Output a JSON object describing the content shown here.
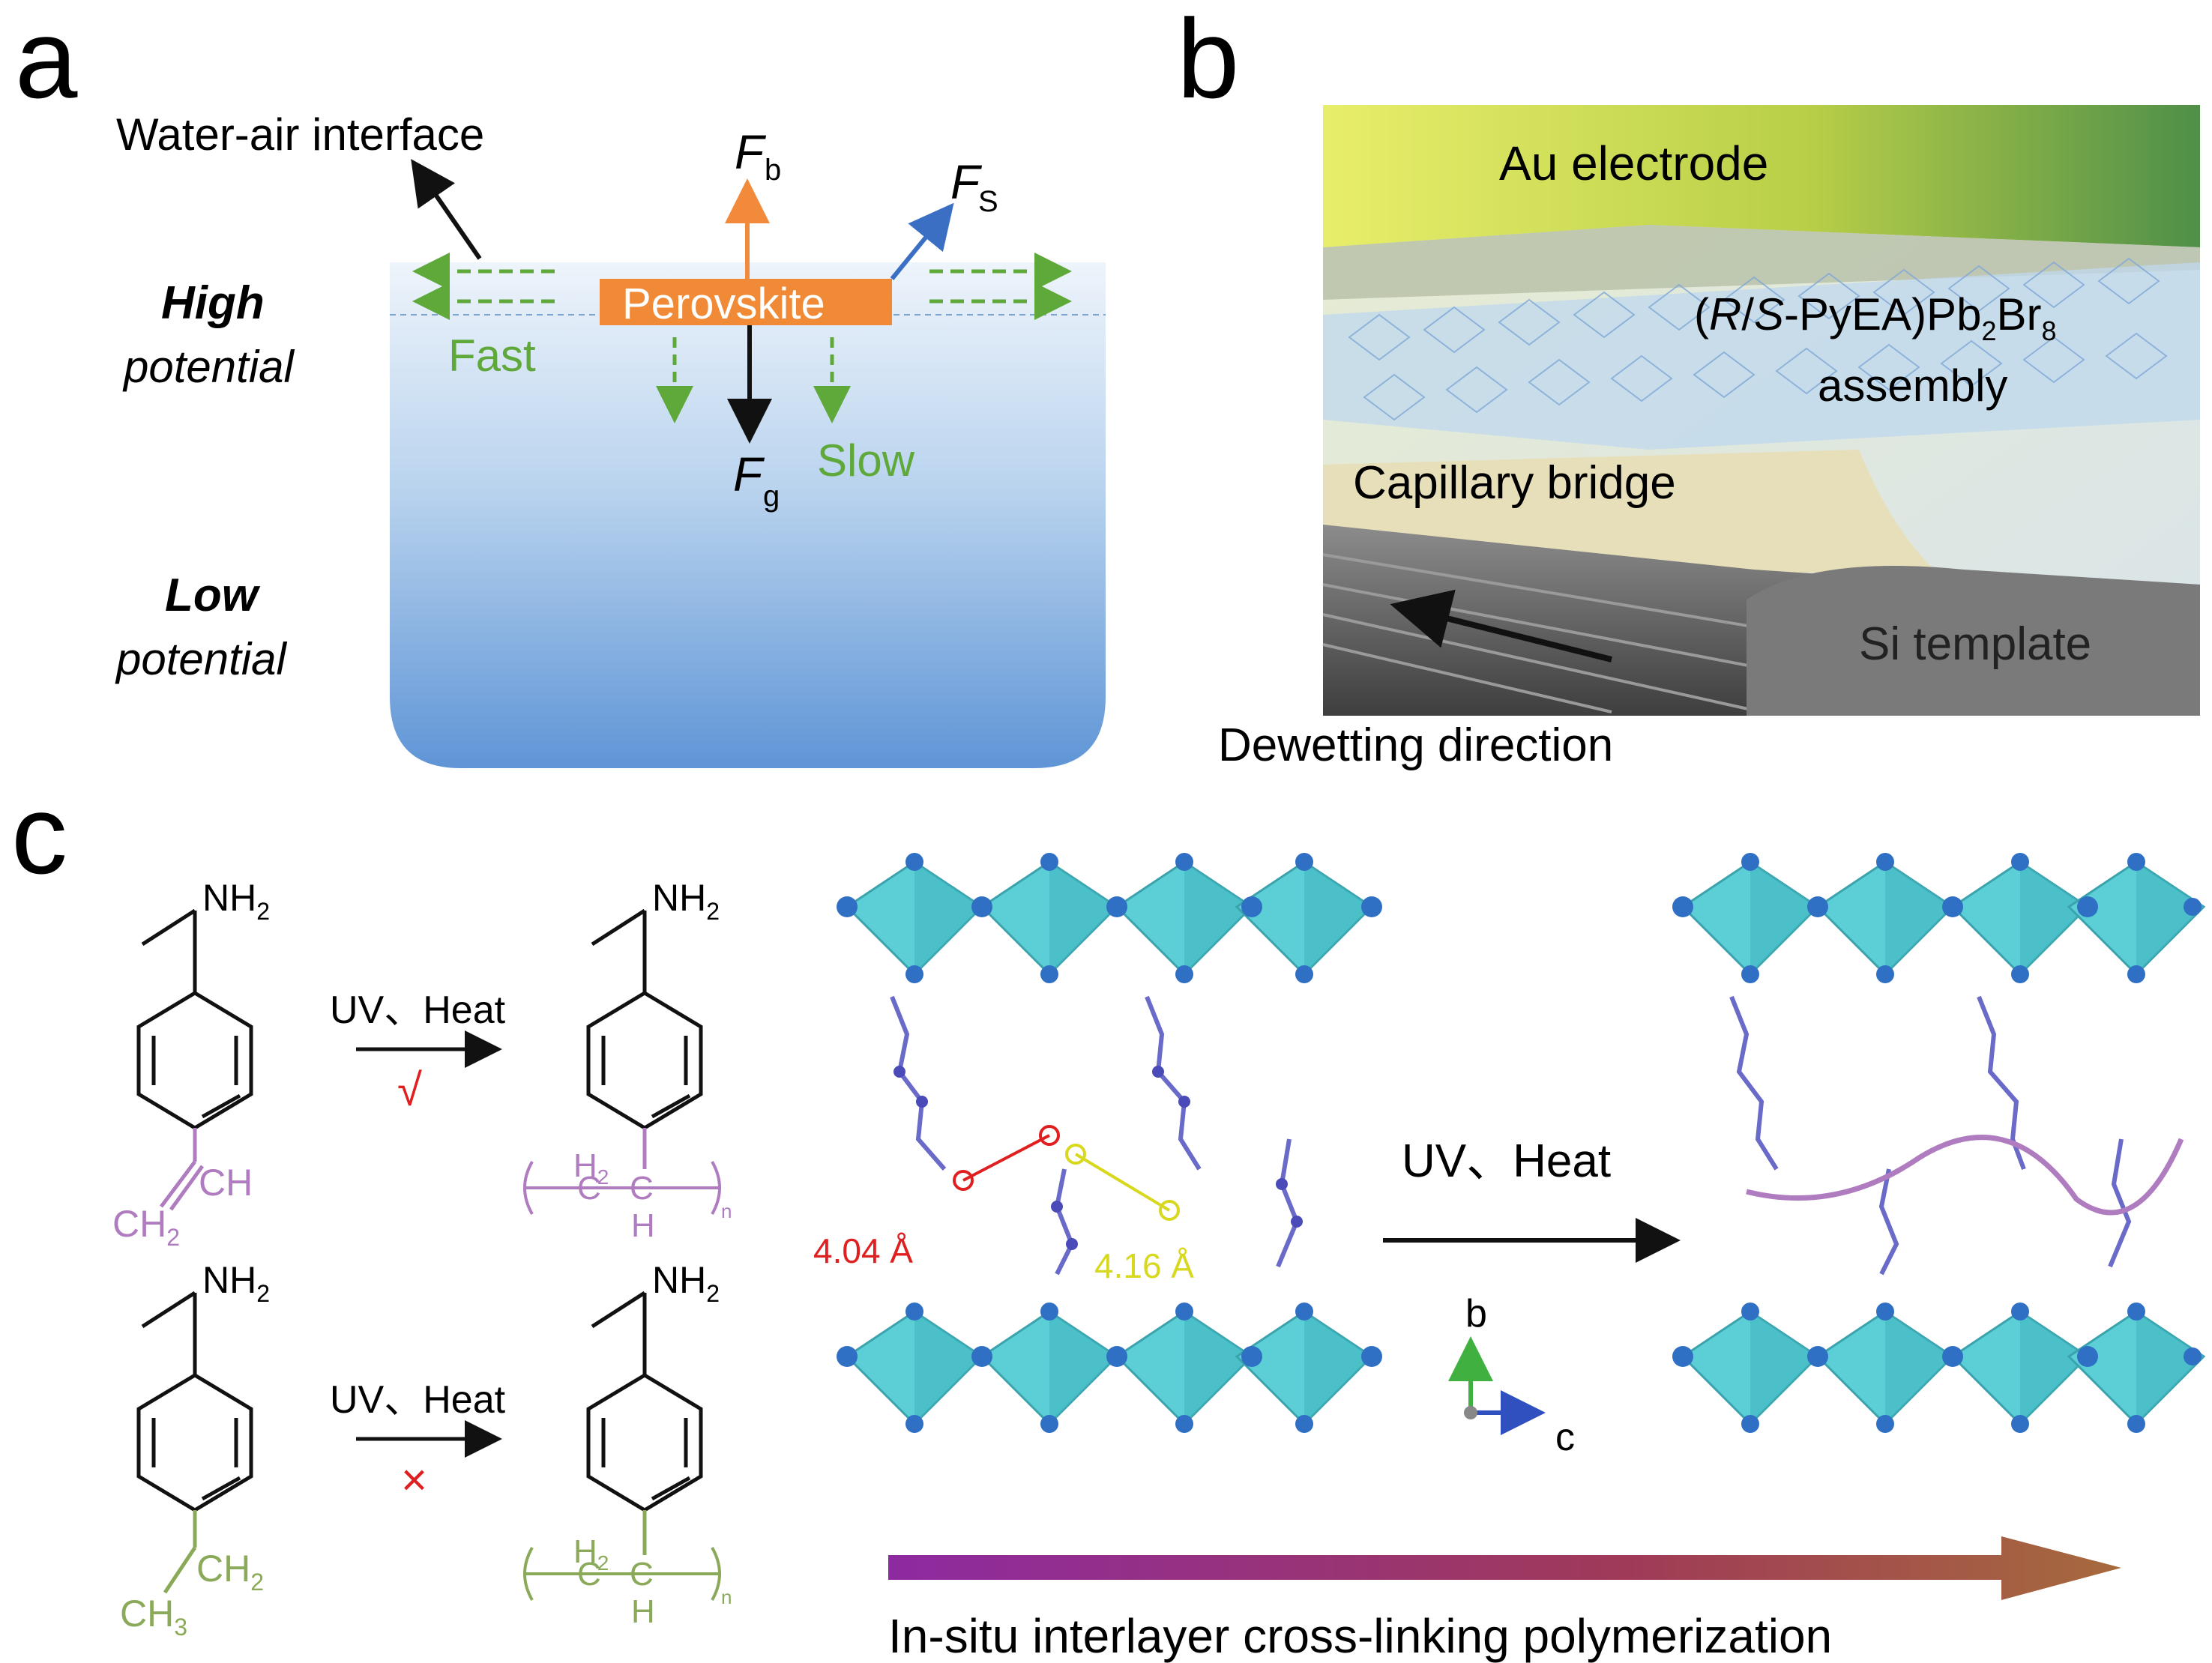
{
  "panel_a": {
    "letter": "a",
    "interface_label": "Water-air interface",
    "high_1": "High",
    "high_2": "potential",
    "low_1": "Low",
    "low_2": "potential",
    "perovskite": "Perovskite",
    "fb_main": "F",
    "fb_sub": "b",
    "fs_main": "F",
    "fs_sub": "S",
    "fg_main": "F",
    "fg_sub": "g",
    "fast": "Fast",
    "slow": "Slow",
    "colors": {
      "fast_slow": "#5fa83a",
      "buoyancy": "#f28a3c",
      "surface": "#3a6fc4",
      "perovskite_fill": "#f08a36"
    }
  },
  "panel_b": {
    "letter": "b",
    "au_electrode": "Au electrode",
    "assembly_1_pre": "(",
    "assembly_1_R": "R",
    "assembly_1_slash": "/",
    "assembly_1_S": "S",
    "assembly_1_post": "-PyEA)Pb",
    "assembly_1_sub1": "2",
    "assembly_1_br": "Br",
    "assembly_1_sub2": "8",
    "assembly_2": "assembly",
    "capillary": "Capillary bridge",
    "si_template": "Si template",
    "dewetting": "Dewetting direction"
  },
  "panel_c": {
    "letter": "c",
    "nh2": "NH",
    "nh2_sub": "2",
    "uv_heat": "UV、Heat",
    "check": "√",
    "cross": "×",
    "vinyl_ch": "CH",
    "vinyl_ch2": "CH",
    "vinyl_sub": "2",
    "poly_h2": "H",
    "poly_h2_sub": "2",
    "poly_c": "C",
    "poly_h": "H",
    "poly_n": "n",
    "ethyl_ch2": "CH",
    "ethyl_ch2_sub": "2",
    "ethyl_ch3": "CH",
    "ethyl_ch3_sub": "3",
    "dist_red": "4.04 Å",
    "dist_yellow": "4.16 Å",
    "uv_heat_big": "UV、Heat",
    "axis_b": "b",
    "axis_c": "c",
    "bottom_caption": "In-situ  interlayer cross-linking polymerization",
    "colors": {
      "purple": "#b07cc0",
      "green": "#8aaa5a",
      "red": "#e02020",
      "yellow": "#d8d820",
      "octahedron": "#5ccfd6",
      "atom": "#2f6fc4"
    }
  }
}
